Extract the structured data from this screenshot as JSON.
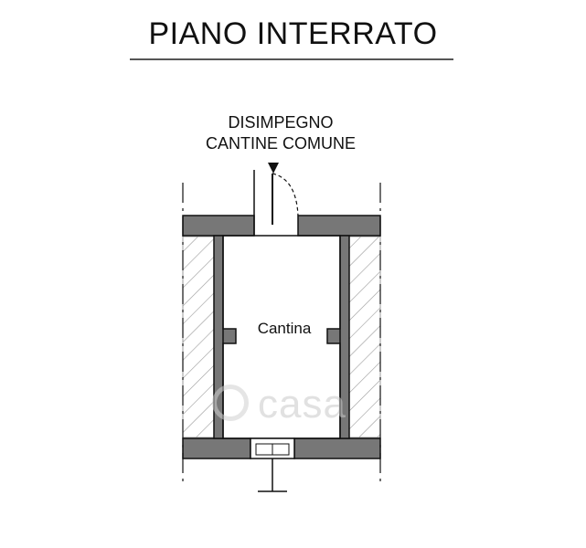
{
  "title": "PIANO INTERRATO",
  "labels": {
    "corridor_line1": "DISIMPEGNO",
    "corridor_line2": "CANTINE COMUNE",
    "room": "Cantina"
  },
  "watermark": "casa",
  "colors": {
    "wall": "#777777",
    "line": "#111111",
    "hatch": "#9a9a9a"
  }
}
